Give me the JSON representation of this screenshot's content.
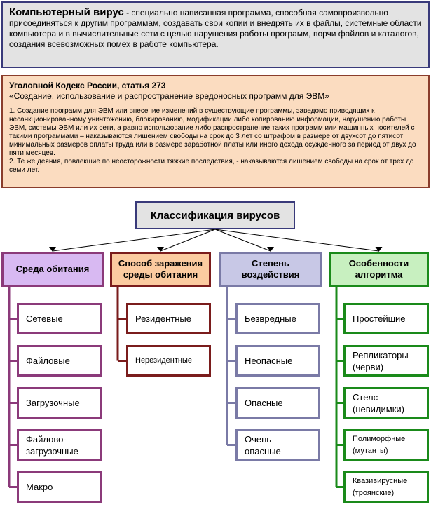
{
  "definition": {
    "term": "Компьютерный вирус",
    "text": " - специально написанная программа, способная самопроизвольно присоединяться к другим программам, создавать свои копии и внедрять их в файлы, системные области компьютера и в вычислительные сети с целью нарушения работы программ, порчи файлов и каталогов, создания всевозможных помех в работе компьютера."
  },
  "law": {
    "title": "Уголовной Кодекс России, статья 273",
    "subtitle": "«Создание, использование и распространение вредоносных программ для ЭВМ»",
    "paragraphs": "1. Создание программ для ЭВМ или внесение изменений в существующие программы, заведомо приводящих к несанкционированному уничтожению, блокированию, модификации либо копированию информации, нарушению работы ЭВМ, системы ЭВМ или их сети, а равно использование либо распространение таких программ или машинных носителей с такими программами – наказываются лишением свободы на срок до 3 лет со штрафом в размере от двухсот до пятисот минимальных размеров оплаты труда или в размере заработной платы или иного дохода осужденного за период от двух до пяти месяцев.\n2. Те же деяния, повлекшие по неосторожности тяжкие последствия, - наказываются лишением свободы на срок от трех до семи лет."
  },
  "root": "Классификация вирусов",
  "categories": [
    {
      "label": "Среда обитания",
      "fill": "#d8b9f2",
      "border": "#8b3a7a",
      "items": [
        "Сетевые",
        "Файловые",
        "Загрузочные",
        "Файлово-\nзагрузочные",
        "Макро"
      ]
    },
    {
      "label": "Способ заражения\nсреды обитания",
      "fill": "#fbcba0",
      "border": "#7a1c1c",
      "items": [
        "Резидентные",
        "Нерезидентные"
      ]
    },
    {
      "label": "Степень\nвоздействия",
      "fill": "#c8c8e6",
      "border": "#7a7aa6",
      "items": [
        "Безвредные",
        "Неопасные",
        "Опасные",
        "Очень\nопасные"
      ]
    },
    {
      "label": "Особенности\nалгоритма",
      "fill": "#c8f0c0",
      "border": "#1a8a1a",
      "items": [
        "Простейшие",
        "Репликаторы\n(черви)",
        "Стелс\n(невидимки)",
        "Полиморфные\n(мутанты)",
        "Квазивирусные\n(троянские)"
      ]
    }
  ]
}
